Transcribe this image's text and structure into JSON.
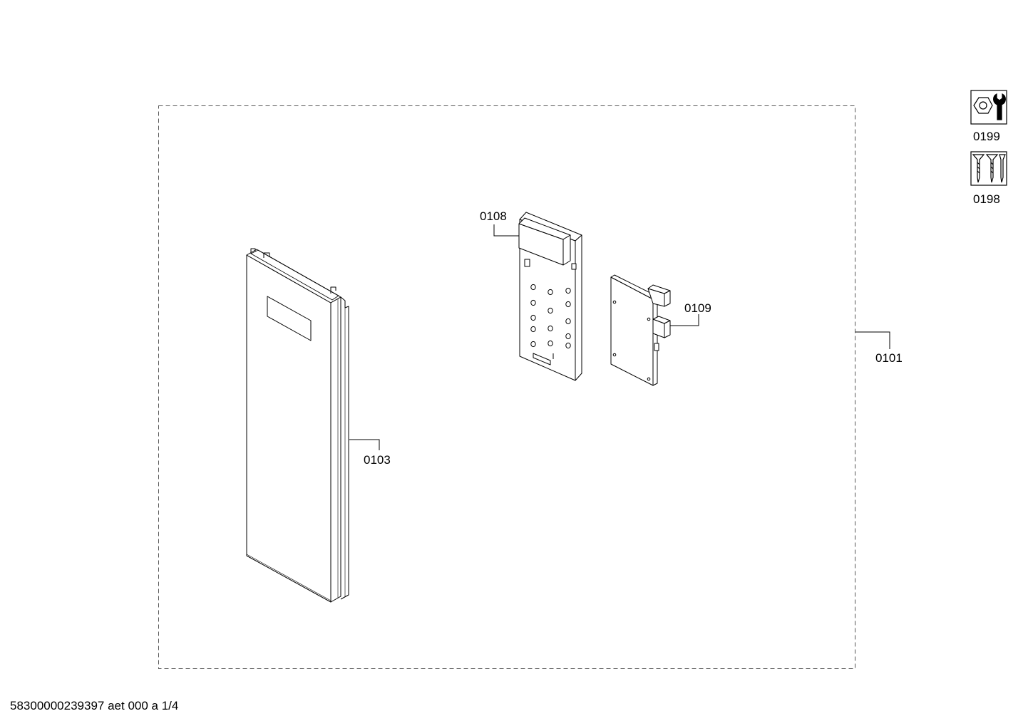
{
  "parts": {
    "door": "0103",
    "control_panel": "0108",
    "module": "0109",
    "assembly": "0101"
  },
  "icons": [
    {
      "code": "0199",
      "icon": "wrench-nut-icon"
    },
    {
      "code": "0198",
      "icon": "screws-icon"
    }
  ],
  "footer": "58300000239397 aet 000 a 1/4"
}
